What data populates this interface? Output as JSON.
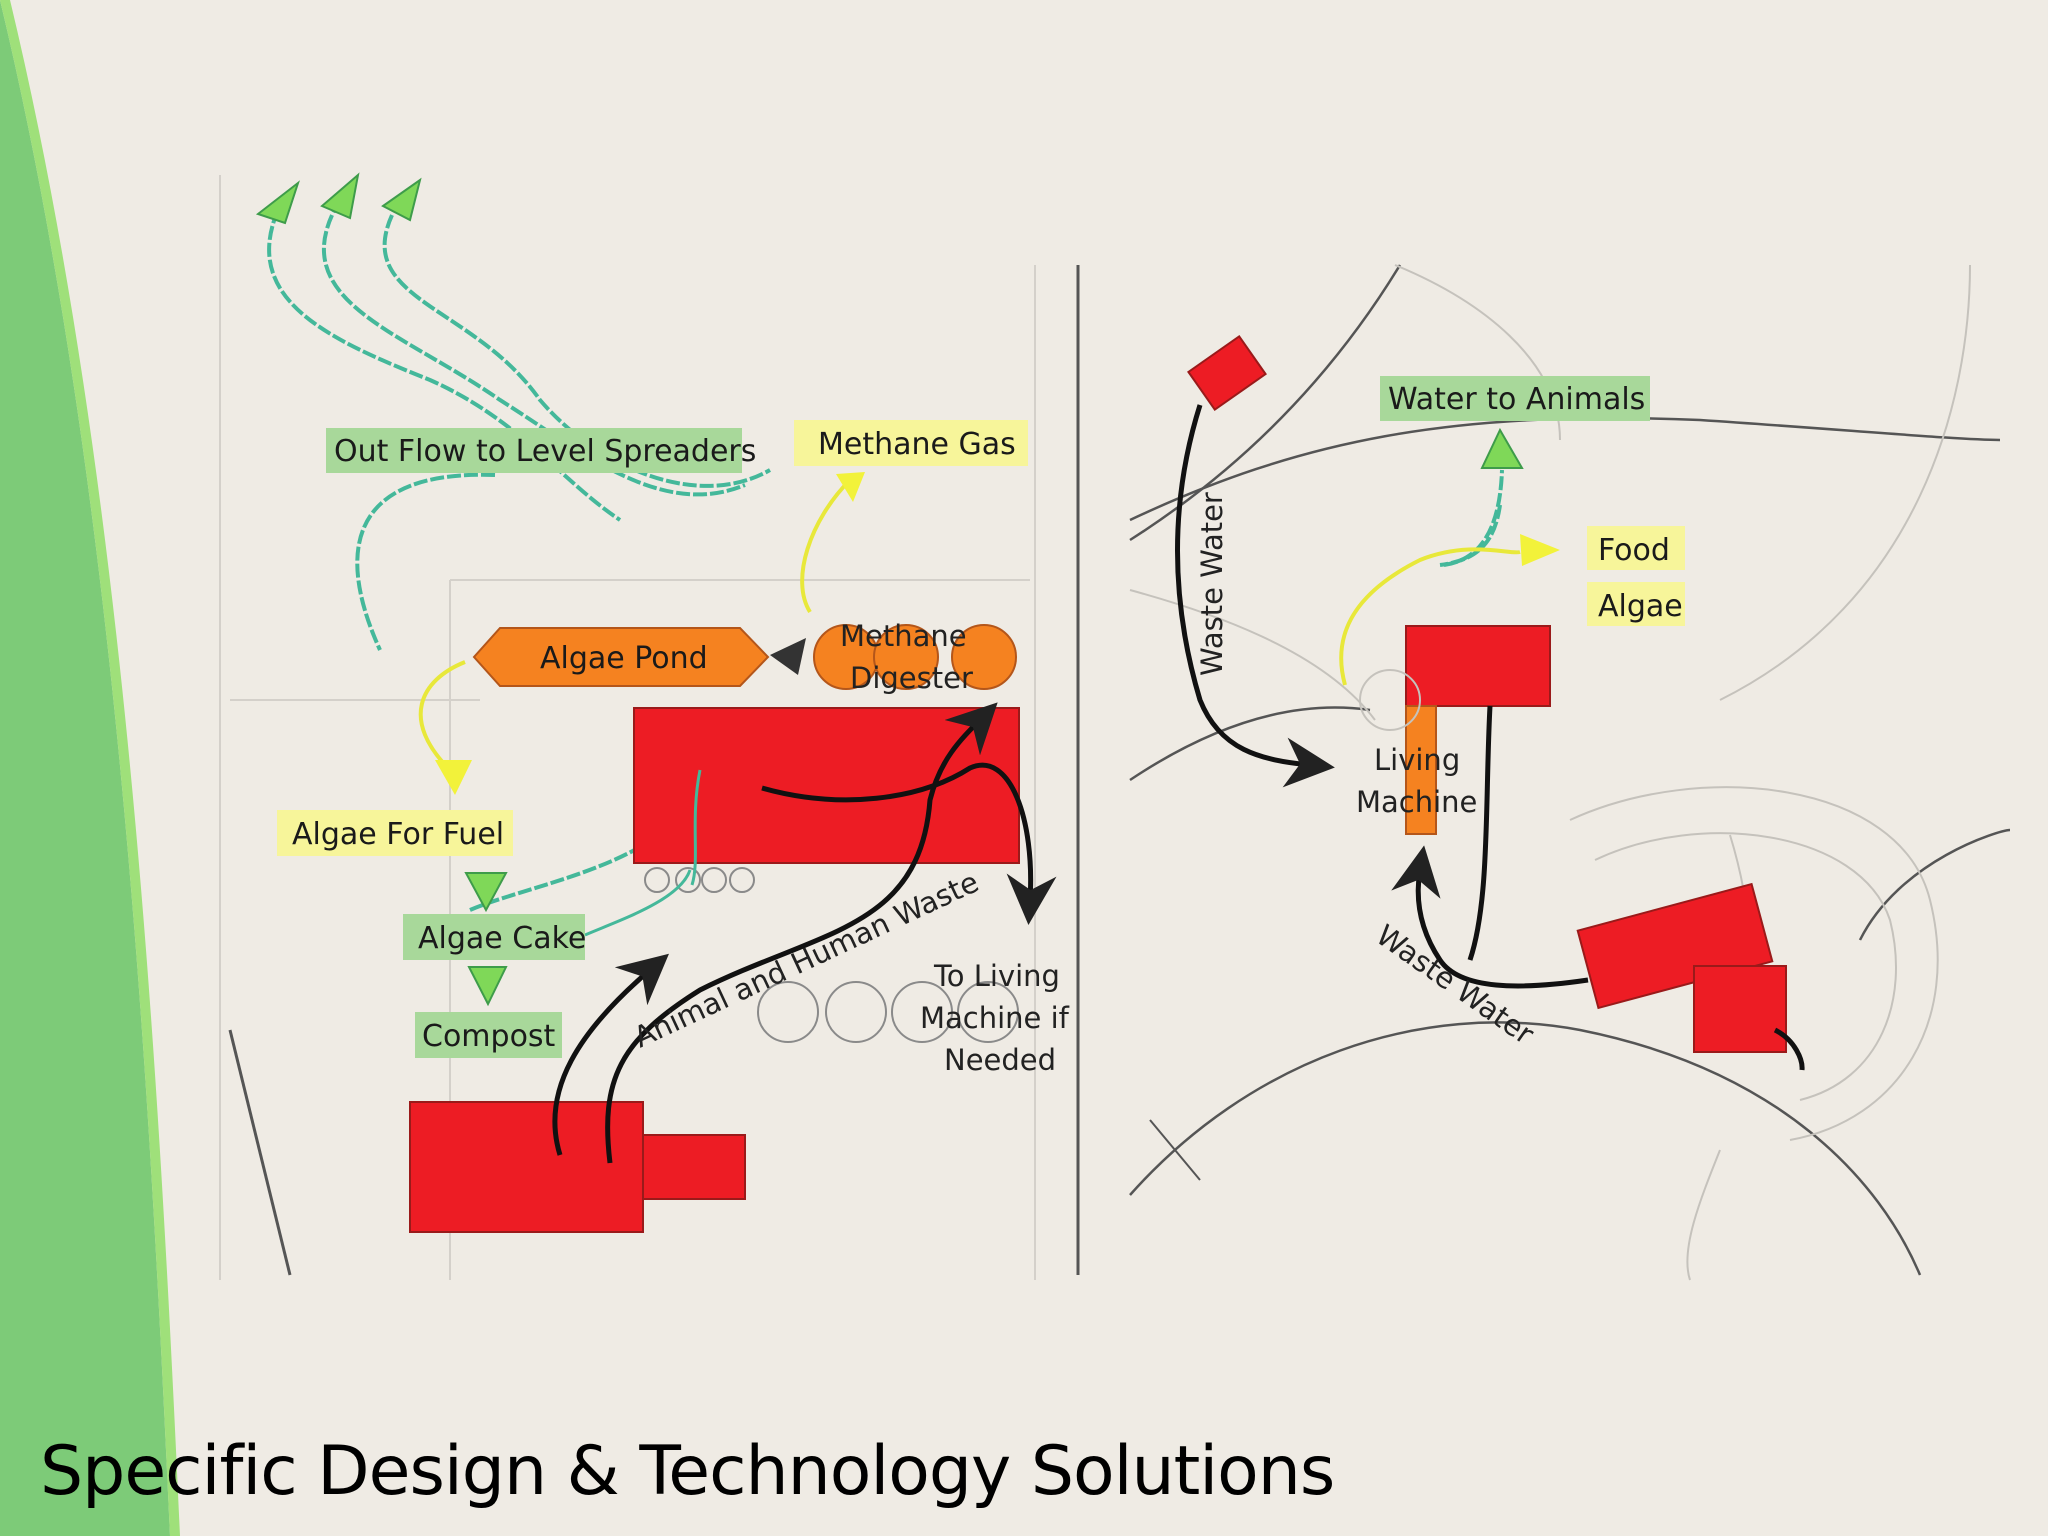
{
  "slide_title": "Specific Design & Technology Solutions",
  "colors": {
    "background": "#efebe4",
    "green_band": "#7dcb78",
    "green_accent": "#9fe07a",
    "building_red": "#ed1c24",
    "tank_orange": "#f58220",
    "green_label_bg": "#a8d89a",
    "yellow_label_bg": "#f7f59a",
    "flow_teal": "#44b89a",
    "flow_yellow": "#e8e83a",
    "flow_black": "#111111"
  },
  "left_plan": {
    "labels": {
      "outflow": "Out Flow to Level Spreaders",
      "methane_gas": "Methane Gas",
      "algae_pond": "Algae Pond",
      "methane_digester_line1": "Methane",
      "methane_digester_line2": "Digester",
      "algae_for_fuel": "Algae For Fuel",
      "algae_cake": "Algae Cake",
      "compost": "Compost",
      "animal_human_waste": "Animal and Human Waste",
      "to_living_1": "To Living",
      "to_living_2": "Machine if",
      "to_living_3": "Needed"
    }
  },
  "right_plan": {
    "labels": {
      "water_to_animals": "Water to Animals",
      "food": "Food",
      "algae": "Algae",
      "living_machine_1": "Living",
      "living_machine_2": "Machine",
      "waste_water_top": "Waste Water",
      "waste_water_bottom": "Waste Water"
    }
  }
}
